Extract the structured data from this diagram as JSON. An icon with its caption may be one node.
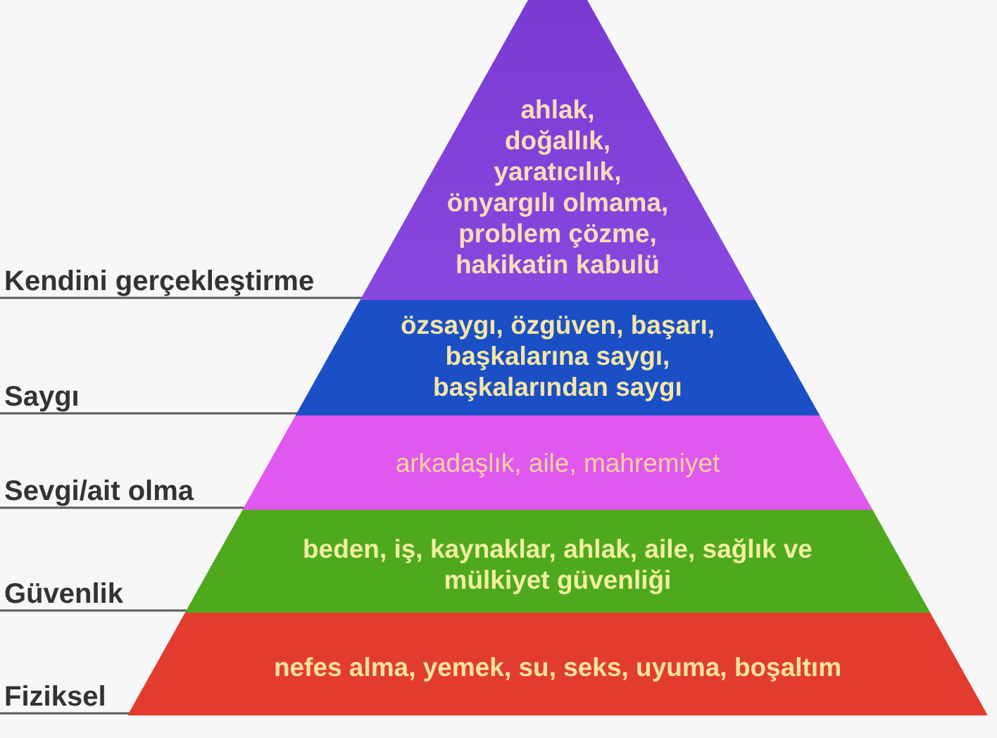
{
  "diagram": {
    "nodes": [
      {
        "text": [
          "ahlak, doğallık, yaratıcılık, önyargılı olmama, problem çözme, hakikatin kabulü"
        ]
      },
      {
        "text": [
          "Kendini gerçekleştirme"
        ]
      },
      {
        "text": [
          "özsaygı, özgüven, başarı, başkalarına saygı, başkalarından saygı"
        ]
      },
      {
        "text": [
          "Saygı"
        ]
      },
      {
        "text": [
          "arkadaşlık, aile, mahremiyet"
        ]
      },
      {
        "text": [
          "Sevgi/ait olma"
        ]
      },
      {
        "text": [
          "beden, iş, kaynaklar, ahlak, aile, sağlık ve mülkiyet güvenliği"
        ]
      },
      {
        "text": [
          "Güvenlik"
        ]
      },
      {
        "text": [
          "nefes alma, yemek, su, seks, uyuma, boşaltım"
        ]
      },
      {
        "text": [
          "Fiziksel"
        ]
      }
    ],
    "edges": [
      {
        "from": 1,
        "to": 0,
        "arrow": "none"
      },
      {
        "from": 3,
        "to": 2,
        "arrow": "none"
      },
      {
        "from": 5,
        "to": 4,
        "arrow": "none"
      },
      {
        "from": 7,
        "to": 6,
        "arrow": "none"
      },
      {
        "from": 9,
        "to": 8,
        "arrow": "none"
      }
    ]
  }
}
